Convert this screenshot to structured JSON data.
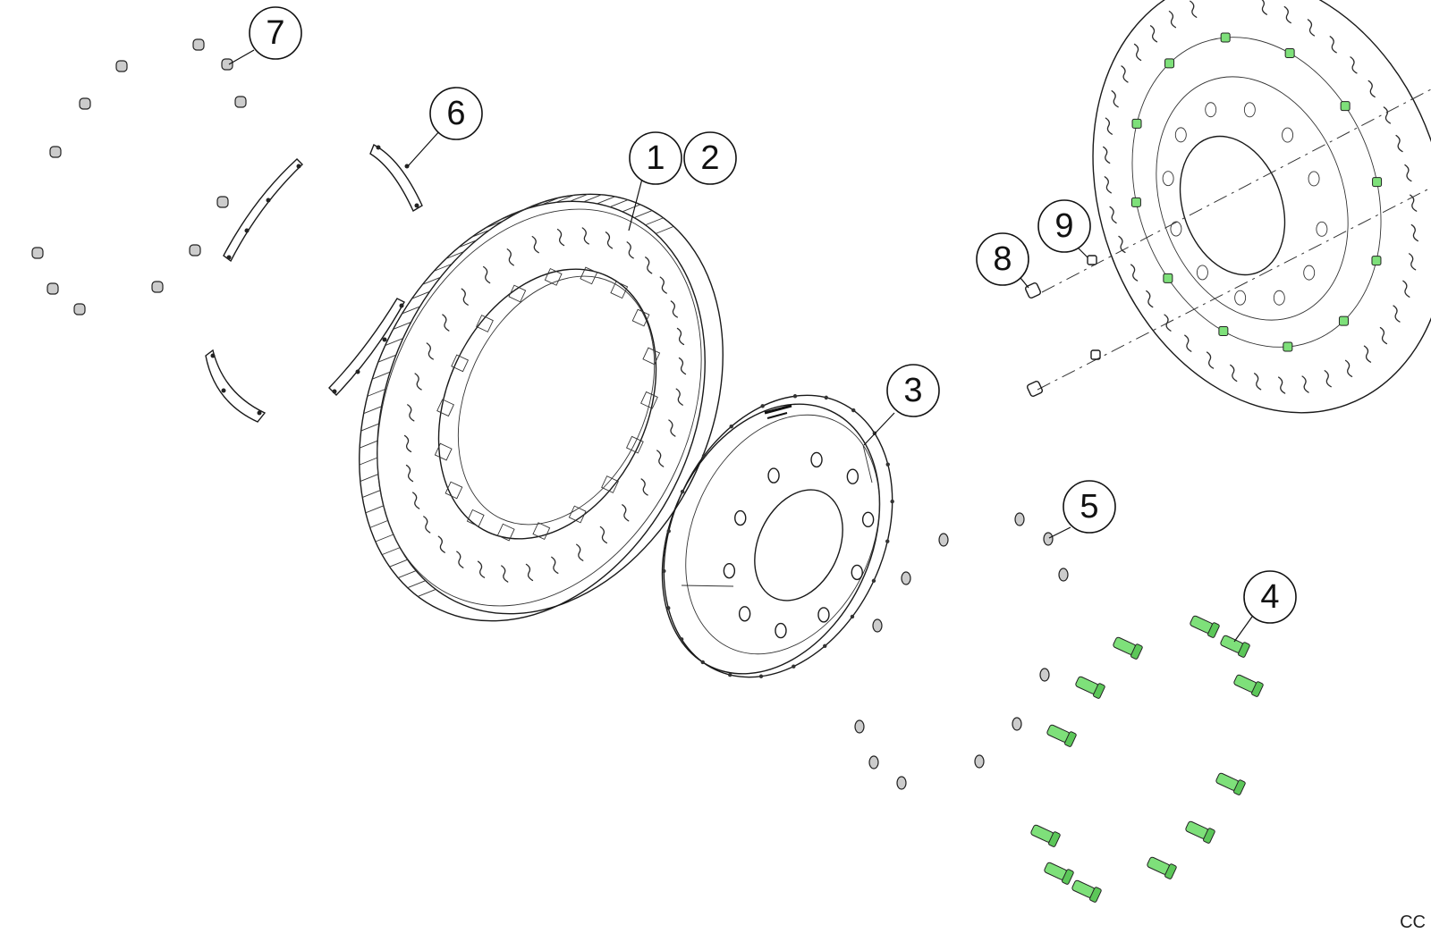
{
  "callouts": [
    {
      "id": "1",
      "label": "1"
    },
    {
      "id": "2",
      "label": "2"
    },
    {
      "id": "3",
      "label": "3"
    },
    {
      "id": "4",
      "label": "4"
    },
    {
      "id": "5",
      "label": "5"
    },
    {
      "id": "6",
      "label": "6"
    },
    {
      "id": "7",
      "label": "7"
    },
    {
      "id": "8",
      "label": "8"
    },
    {
      "id": "9",
      "label": "9"
    }
  ],
  "corner_mark": "CC",
  "colors": {
    "line": "#1a1a1a",
    "highlight_bolt": "#7ee07a",
    "background": "#ffffff"
  }
}
